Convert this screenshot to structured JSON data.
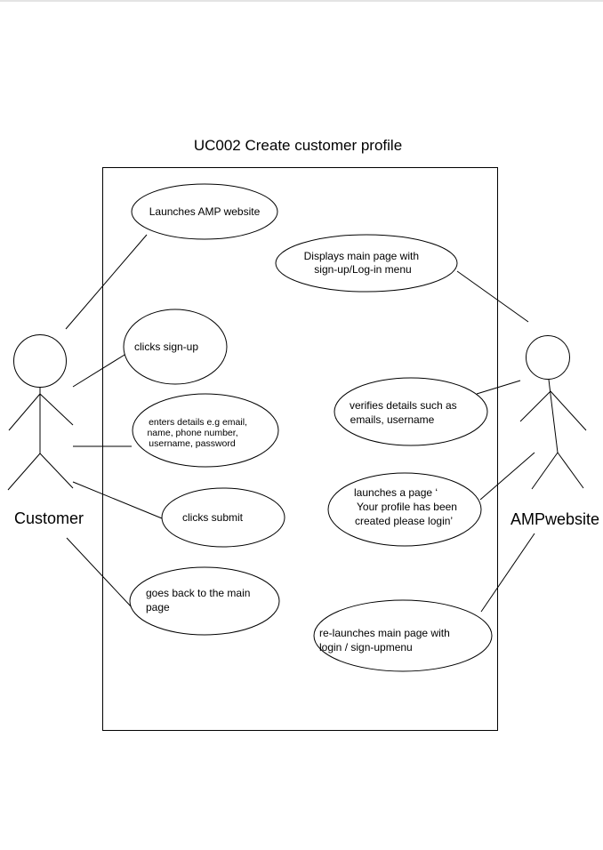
{
  "diagram": {
    "title": "UC002 Create customer profile",
    "actors": {
      "customer": "Customer",
      "website": "AMPwebsite"
    },
    "use_cases": {
      "launch_website": [
        "Launches AMP website"
      ],
      "click_signup": [
        "clicks sign-up"
      ],
      "enter_details": [
        "enters details e.g email,",
        "name, phone number,",
        "username, password"
      ],
      "click_submit": [
        "clicks submit"
      ],
      "go_back": [
        "goes back to the  main",
        "page"
      ],
      "display_main": [
        "Displays main page with",
        "sign-up/Log-in menu"
      ],
      "verify_details": [
        "verifies details such as",
        "emails, username"
      ],
      "launch_confirmation": [
        "launches a page ‘",
        "Your profile has been",
        "created please login’"
      ],
      "relaunch_main": [
        "re-launches main page with",
        "login / sign-upmenu"
      ]
    }
  }
}
